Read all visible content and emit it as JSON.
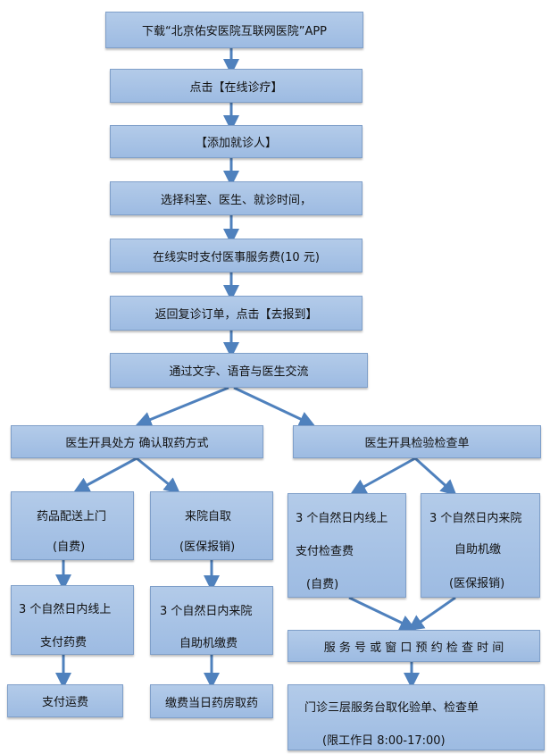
{
  "steps": {
    "download": "下载“北京佑安医院互联网医院”APP",
    "online_clinic": "点击【在线诊疗】",
    "add_patient": "【添加就诊人】",
    "select": "选择科室、医生、就诊时间，",
    "pay": "在线实时支付医事服务费(10 元)",
    "return_order": "返回复诊订单，点击【去报到】",
    "communicate": "通过文字、语音与医生交流"
  },
  "left_branch": {
    "title": "医生开具处方  确认取药方式",
    "delivery": {
      "line1": "药品配送上门",
      "line2": "(自费)"
    },
    "pickup": {
      "line1": "来院自取",
      "line2": "(医保报销)"
    },
    "pay_drug_online": {
      "line1": "3 个自然日内线上",
      "line2": "支付药费"
    },
    "pay_drug_machine": {
      "line1": "3 个自然日内来院",
      "line2": "自助机缴费"
    },
    "pay_shipping": "支付运费",
    "pharmacy": "缴费当日药房取药"
  },
  "right_branch": {
    "title": "医生开具检验检查单",
    "online_exam": {
      "line1": "3 个自然日内线上",
      "line2": "支付检查费",
      "line3": "(自费)"
    },
    "machine_exam": {
      "line1": "3 个自然日内来院",
      "line2": "自助机缴",
      "line3": "(医保报销)"
    },
    "appointment": "服 务 号 或 窗 口 预 约 检 查 时 间",
    "pickup_report": {
      "line1": "门诊三层服务台取化验单、检查单",
      "line2": "(限工作日 8:00-17:00)"
    }
  },
  "colors": {
    "box_fill": "#a9c4e6",
    "box_border": "#7f9fc9",
    "arrow": "#4f81bd"
  }
}
